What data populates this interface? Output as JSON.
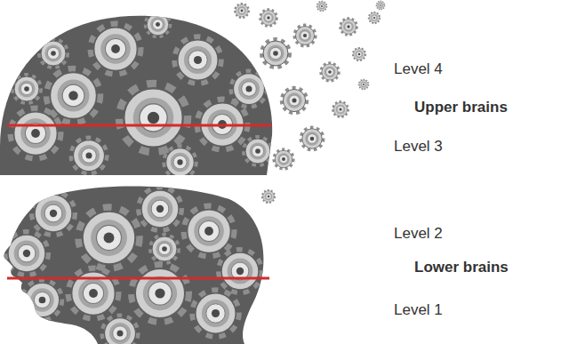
{
  "diagram": {
    "labels": [
      "Level 4",
      "Upper brains",
      "Level 3",
      "Level 2",
      "Lower brains",
      "Level 1"
    ]
  }
}
